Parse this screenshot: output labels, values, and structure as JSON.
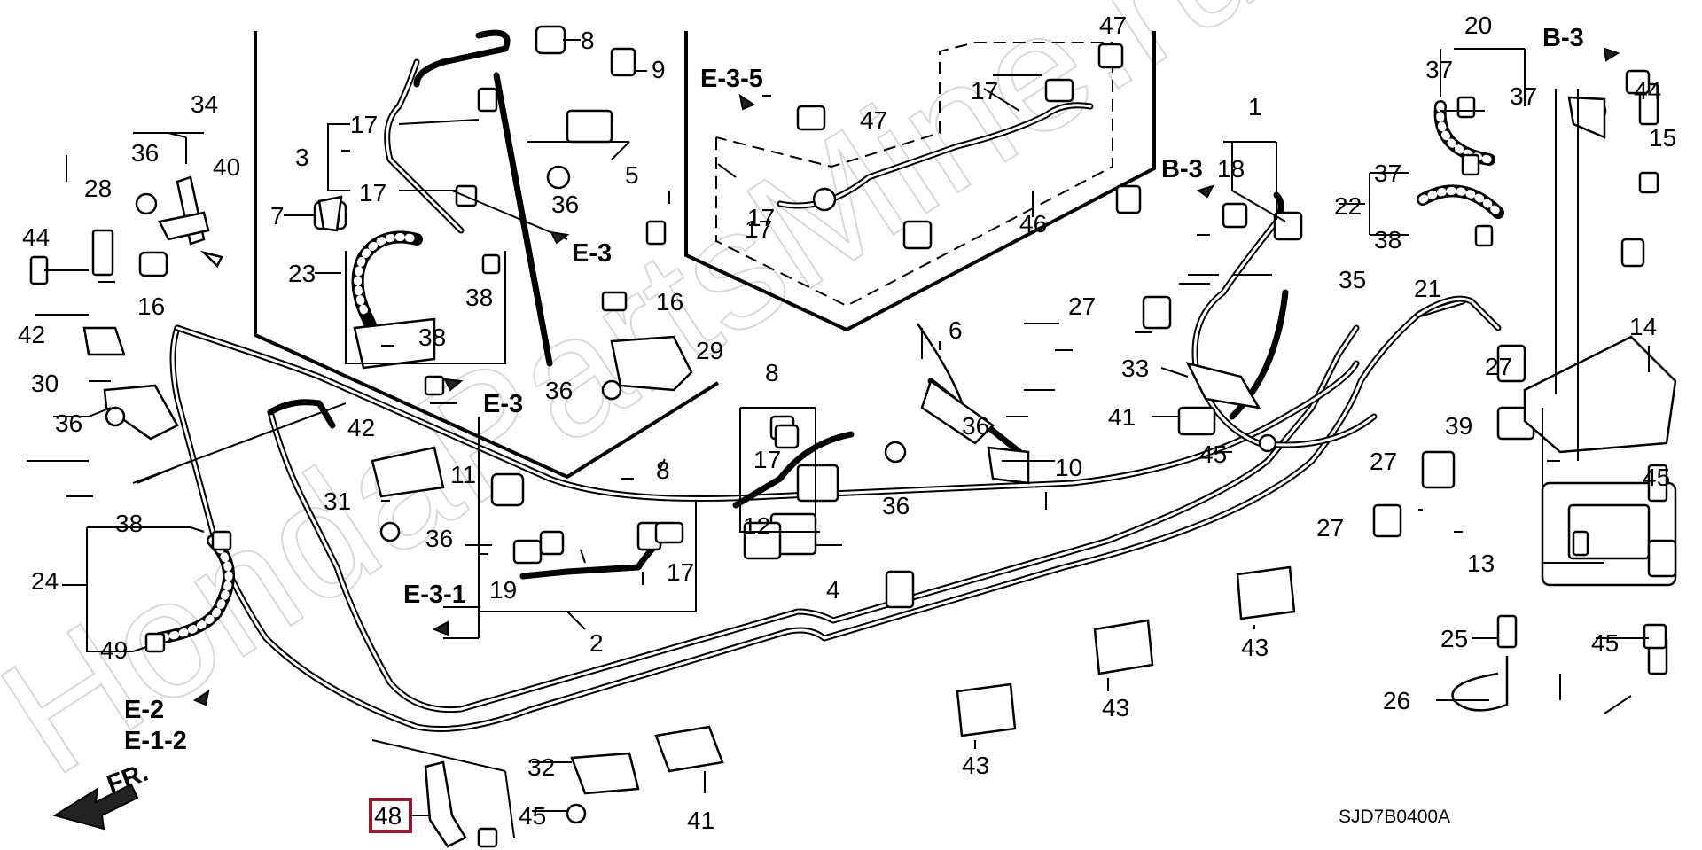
{
  "diagram": {
    "code": "SJD7B0400A",
    "watermark": "HondaPartsMine.ru",
    "front_label": "FR.",
    "highlight_part": "48",
    "accent_color": "#a0142c"
  },
  "refs": {
    "e3_a": "E-3",
    "e3_b": "E-3",
    "e35": "E-3-5",
    "e31": "E-3-1",
    "b3_a": "B-3",
    "b3_b": "B-3",
    "e2": "E-2",
    "e12": "E-1-2"
  },
  "labels": {
    "p1": "1",
    "p2": "2",
    "p3": "3",
    "p4": "4",
    "p5": "5",
    "p6": "6",
    "p7": "7",
    "p8a": "8",
    "p8b": "8",
    "p8c": "8",
    "p9": "9",
    "p10": "10",
    "p11": "11",
    "p12": "12",
    "p13": "13",
    "p14": "14",
    "p15": "15",
    "p16a": "16",
    "p16b": "16",
    "p17a": "17",
    "p17b": "17",
    "p17c": "17",
    "p17d": "17",
    "p17e": "17",
    "p17f": "17",
    "p17g": "17",
    "p18": "18",
    "p19": "19",
    "p20": "20",
    "p21": "21",
    "p22": "22",
    "p23": "23",
    "p24": "24",
    "p25": "25",
    "p26": "26",
    "p27a": "27",
    "p27b": "27",
    "p27c": "27",
    "p27d": "27",
    "p28": "28",
    "p29": "29",
    "p30": "30",
    "p31": "31",
    "p32": "32",
    "p33": "33",
    "p34": "34",
    "p35": "35",
    "p36a": "36",
    "p36b": "36",
    "p36c": "36",
    "p36d": "36",
    "p36e": "36",
    "p36f": "36",
    "p36g": "36",
    "p37a": "37",
    "p37b": "37",
    "p37c": "37",
    "p38a": "38",
    "p38b": "38",
    "p38c": "38",
    "p38d": "38",
    "p39": "39",
    "p40": "40",
    "p41a": "41",
    "p41b": "41",
    "p42a": "42",
    "p42b": "42",
    "p43a": "43",
    "p43b": "43",
    "p43c": "43",
    "p44a": "44",
    "p44b": "44",
    "p45a": "45",
    "p45b": "45",
    "p45c": "45",
    "p45d": "45",
    "p46": "46",
    "p47a": "47",
    "p47b": "47",
    "p48": "48",
    "p49": "49"
  }
}
